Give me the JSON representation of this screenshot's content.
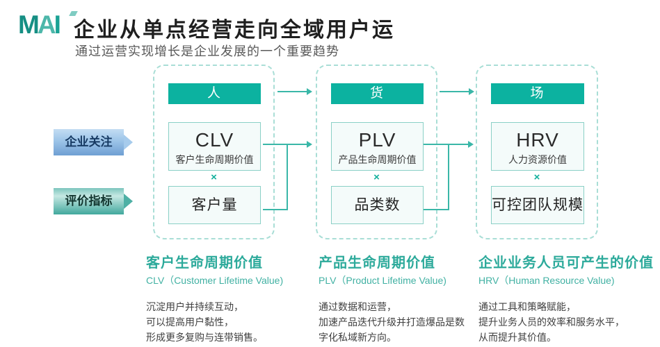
{
  "logo": {
    "m": "M",
    "a": "A",
    "i": "I"
  },
  "header": {
    "title": "企业从单点经营走向全域用户运",
    "subtitle": "通过运营实现增长是企业发展的一个重要趋势"
  },
  "row_labels": {
    "focus": "企业关注",
    "metric": "评价指标"
  },
  "columns": [
    {
      "header": "人",
      "value_abbr": "CLV",
      "value_name": "客户生命周期价值",
      "multiply": "×",
      "metric": "客户量"
    },
    {
      "header": "货",
      "value_abbr": "PLV",
      "value_name": "产品生命周期价值",
      "multiply": "×",
      "metric": "品类数"
    },
    {
      "header": "场",
      "value_abbr": "HRV",
      "value_name": "人力资源价值",
      "multiply": "×",
      "metric": "可控团队规模"
    }
  ],
  "notes": [
    {
      "title": "客户生命周期价值",
      "subtitle": "CLV（Customer Lifetime Value)",
      "body": "沉淀用户并持续互动，\n可以提高用户黏性，\n形成更多复购与连带销售。"
    },
    {
      "title": "产品生命周期价值",
      "subtitle": "PLV（Product Lifetime Value)",
      "body": "通过数据和运营，\n加速产品迭代升级并打造爆品是数\n字化私域新方向。"
    },
    {
      "title": "企业业务人员可产生的价值",
      "subtitle": "HRV（Human Resource Value)",
      "body": "通过工具和策略赋能，\n提升业务人员的效率和服务水平，\n从而提升其价值。"
    }
  ],
  "colors": {
    "teal_bar": "#0cb2a0",
    "teal_line": "#3ab7a8",
    "teal_dash_border": "#a9ded6",
    "box_fill": "#f4fbfa",
    "box_border": "#8ad0c6",
    "note_title": "#2daa9b",
    "banner_blue": "#6f9fd3",
    "banner_teal": "#42a89d",
    "title_text": "#1f1f1f",
    "body_text": "#404040"
  }
}
